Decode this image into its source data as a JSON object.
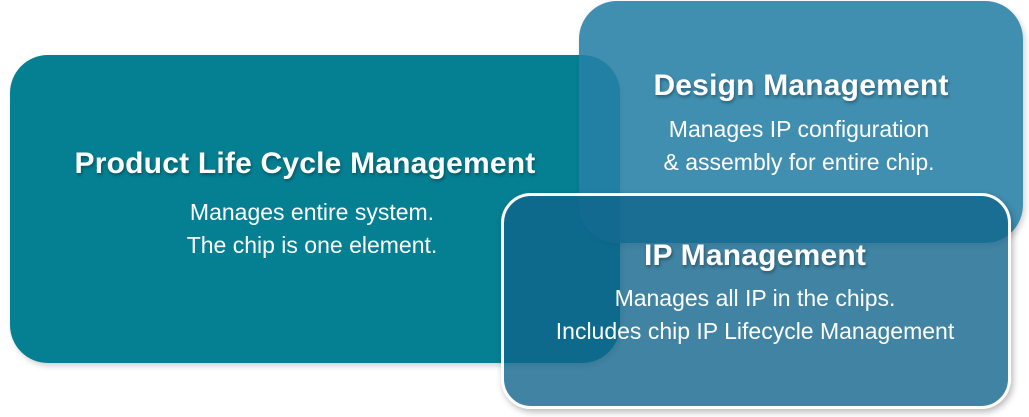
{
  "plm": {
    "title": "Product Life Cycle Management",
    "lines": [
      "Manages entire system.",
      "The chip is one element."
    ]
  },
  "design": {
    "title": "Design Management",
    "lines": [
      "Manages IP configuration",
      "& assembly for entire chip."
    ]
  },
  "ip": {
    "title": "IP Management",
    "lines": [
      "Manages all IP in the chips.",
      "Includes chip IP Lifecycle Management"
    ]
  },
  "colors": {
    "plm_fill": "#048092",
    "design_fill": "#2680A6",
    "ip_fill": "#10648C",
    "ip_border": "#ffffff",
    "text": "#ffffff"
  }
}
